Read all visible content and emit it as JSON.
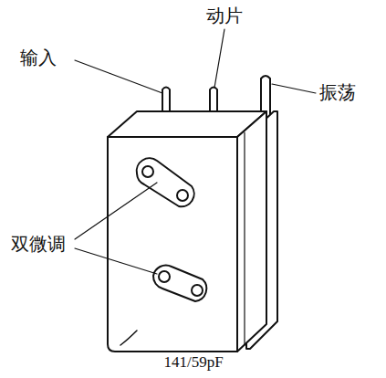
{
  "diagram": {
    "caption": "141/59pF",
    "labels": [
      "输入",
      "动片",
      "振荡",
      "双微调"
    ]
  }
}
